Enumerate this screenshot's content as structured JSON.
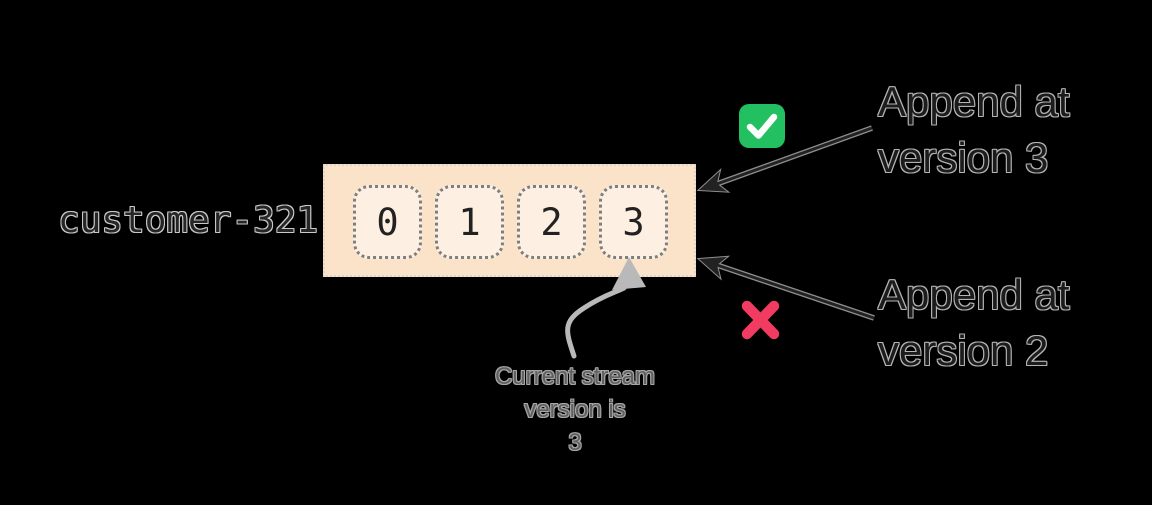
{
  "diagram": {
    "stream": {
      "name": "customer-321",
      "event_numbers": [
        "0",
        "1",
        "2",
        "3"
      ]
    },
    "callouts": {
      "append_at_version_3": {
        "line1": "Append at",
        "line2": "version 3",
        "status_icon": "check-icon"
      },
      "append_at_version_2": {
        "line1": "Append at",
        "line2": "version 2",
        "status_icon": "x-icon"
      },
      "current_version_note": {
        "line1": "Current stream",
        "line2": "version is",
        "line3": "3"
      }
    },
    "colors": {
      "background": "#000000",
      "stream_box_fill": "#fae3c9",
      "stream_box_border": "#ded6cb",
      "event_cell_fill": "#fdf0e2",
      "event_cell_border": "#7f7f7f",
      "event_number_text": "#222222",
      "success_green": "#23c061",
      "failure_pink": "#f23b60",
      "dark_arrow": "#222222",
      "gray_arrow": "#b9b9b9",
      "note_text_gray": "#8f8f8f"
    }
  }
}
